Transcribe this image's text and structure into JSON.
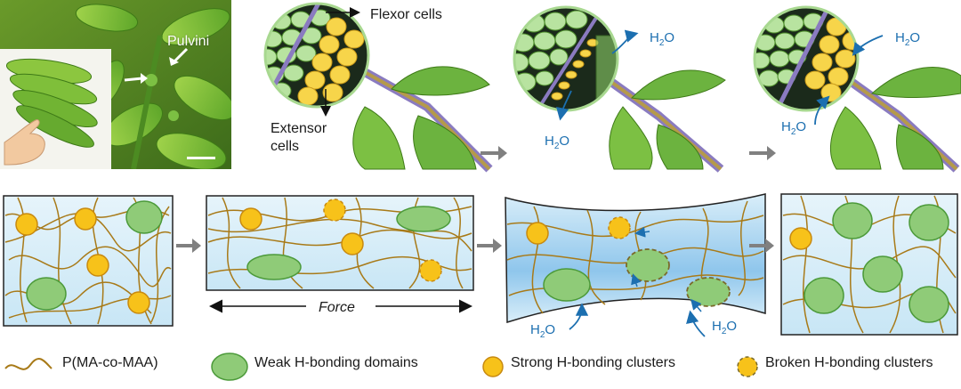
{
  "labels": {
    "pulvini": "Pulvini",
    "flexor": "Flexor cells",
    "extensor_line1": "Extensor",
    "extensor_line2": "cells",
    "water": "H",
    "water_sub": "2",
    "water_tail": "O",
    "force": "Force"
  },
  "legend": {
    "polymer": "P(MA-co-MAA)",
    "weak": "Weak H-bonding domains",
    "strong": "Strong H-bonding clusters",
    "broken": "Broken H-bonding clusters"
  },
  "colors": {
    "leaf": "#6cb33f",
    "sky_blue": "#cdeaf7",
    "polymer_line": "#a87a18",
    "weak_domain": "#8fcb78",
    "strong_cluster": "#f7c21a",
    "water_arrow": "#1c6fb0",
    "grey_arrow": "#808080"
  }
}
